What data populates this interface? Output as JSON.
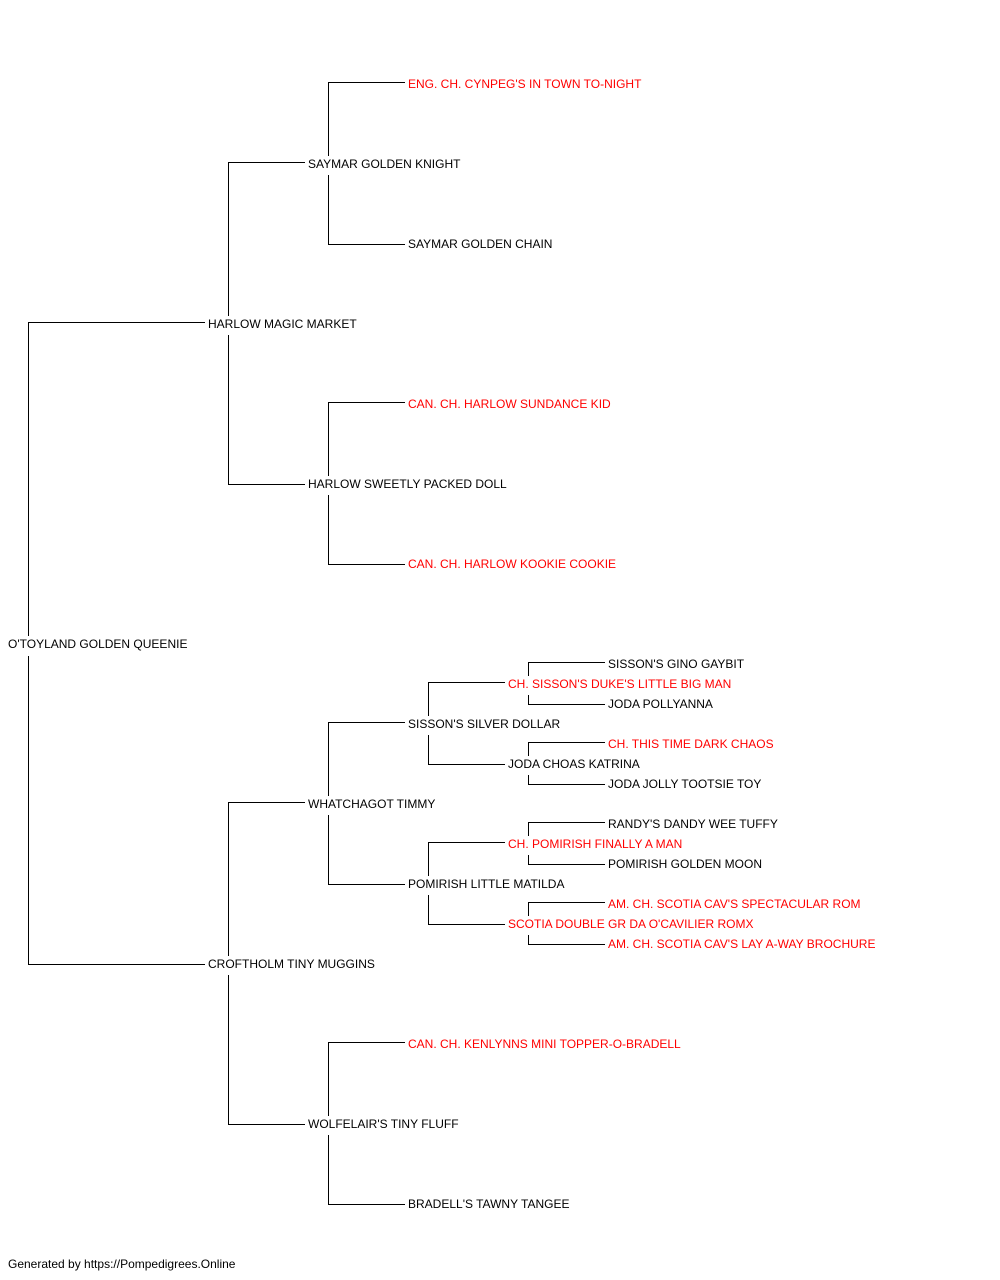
{
  "colors": {
    "default": "#000000",
    "champion": "#ff0000"
  },
  "pedigree": {
    "subject": "O'TOYLAND GOLDEN QUEENIE",
    "sire": "HARLOW MAGIC MARKET",
    "dam": "CROFTHOLM TINY MUGGINS",
    "sire_sire": "SAYMAR GOLDEN KNIGHT",
    "sire_sire_sire": "ENG. CH. CYNPEG'S IN TOWN TO-NIGHT",
    "sire_sire_dam": "SAYMAR GOLDEN CHAIN",
    "sire_dam": "HARLOW SWEETLY PACKED DOLL",
    "sire_dam_sire": "CAN. CH. HARLOW SUNDANCE KID",
    "sire_dam_dam": "CAN. CH. HARLOW KOOKIE COOKIE",
    "dam_sire": "WHATCHAGOT TIMMY",
    "dam_sire_sire": "SISSON'S SILVER DOLLAR",
    "dam_sire_sire_sire": "CH. SISSON'S DUKE'S LITTLE BIG MAN",
    "dam_sire_sire_sire_sire": "SISSON'S GINO GAYBIT",
    "dam_sire_sire_sire_dam": "JODA POLLYANNA",
    "dam_sire_sire_dam": "JODA CHOAS KATRINA",
    "dam_sire_sire_dam_sire": "CH. THIS TIME DARK CHAOS",
    "dam_sire_sire_dam_dam": "JODA JOLLY TOOTSIE TOY",
    "dam_sire_dam": "POMIRISH LITTLE MATILDA",
    "dam_sire_dam_sire": "CH. POMIRISH FINALLY A MAN",
    "dam_sire_dam_sire_sire": "RANDY'S DANDY WEE TUFFY",
    "dam_sire_dam_sire_dam": "POMIRISH GOLDEN MOON",
    "dam_sire_dam_dam": "SCOTIA DOUBLE GR DA O'CAVILIER ROMX",
    "dam_sire_dam_dam_sire": "AM. CH. SCOTIA CAV'S SPECTACULAR ROM",
    "dam_sire_dam_dam_dam": "AM. CH. SCOTIA CAV'S LAY A-WAY BROCHURE",
    "dam_dam": "WOLFELAIR'S TINY FLUFF",
    "dam_dam_sire": "CAN. CH. KENLYNNS MINI TOPPER-O-BRADELL",
    "dam_dam_dam": "BRADELL'S TAWNY TANGEE"
  },
  "footer": "Generated by https://Pompedigrees.Online"
}
